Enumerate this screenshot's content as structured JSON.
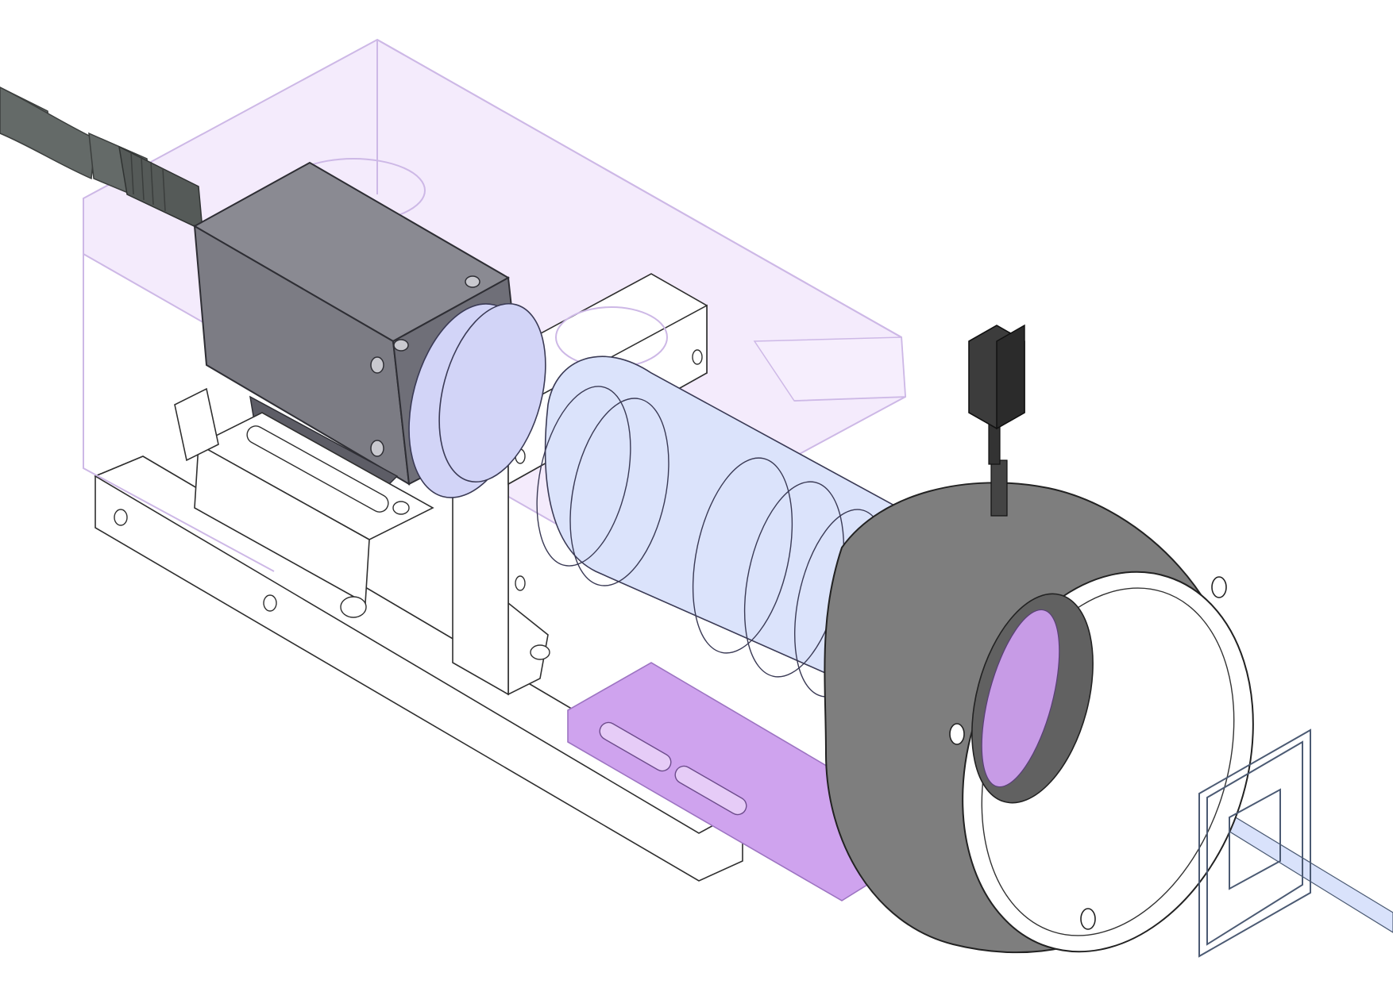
{
  "figure": {
    "description_text": "",
    "components": [
      {
        "id": "cable",
        "icon": "cable-icon"
      },
      {
        "id": "camera-body",
        "icon": "camera-icon"
      },
      {
        "id": "enclosure",
        "icon": "box-icon"
      },
      {
        "id": "lens",
        "icon": "lens-icon"
      },
      {
        "id": "lens-clamp",
        "icon": "bracket-icon"
      },
      {
        "id": "base-rail",
        "icon": "rail-icon"
      },
      {
        "id": "mount-plate",
        "icon": "plate-icon"
      },
      {
        "id": "ring-light",
        "icon": "ring-light-icon"
      },
      {
        "id": "connector",
        "icon": "connector-icon"
      },
      {
        "id": "optical-axis",
        "icon": "beam-icon"
      },
      {
        "id": "target-frame",
        "icon": "frame-icon"
      }
    ]
  },
  "colors": {
    "cable": "#5f6462",
    "camera": "#7d7d85",
    "camera_dark": "#5d5d66",
    "enclosure_fill": "#efe3fb",
    "enclosure_stroke": "#cdb8e6",
    "lens": "#dbe3fb",
    "lens_shade": "#cbd3f6",
    "lens_ring": "#d2d4f7",
    "plate": "#cfa3ee",
    "plate_stroke": "#a57bc8",
    "ring_outer": "#7e7e7e",
    "ring_inner": "#616161",
    "connector": "#3c3c3c",
    "beam": "#d9e2fb",
    "frame": "#4b5a73",
    "line": "#2f2f2f"
  }
}
